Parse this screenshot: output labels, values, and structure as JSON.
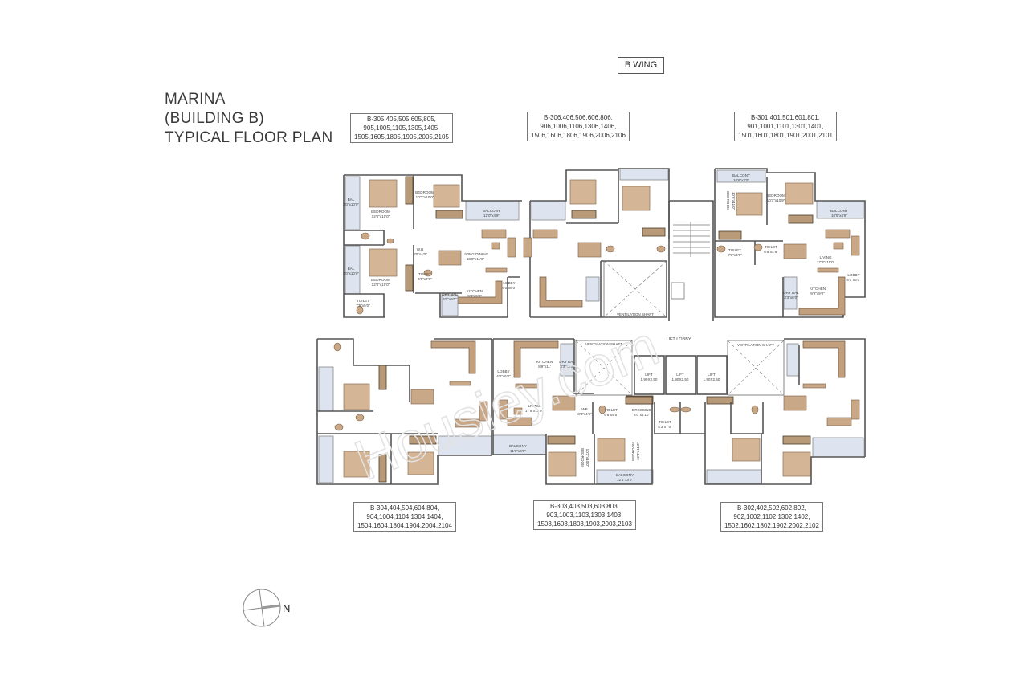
{
  "title": {
    "line1": "MARINA",
    "line2": "(BUILDING B)",
    "line3": "TYPICAL FLOOR PLAN"
  },
  "wing_label": "B WING",
  "watermark": "Housiey.com",
  "compass": {
    "north_label": "N",
    "icon": "north-arrow-compass"
  },
  "unit_labels": {
    "top_left": [
      "B-305,405,505,605,805,",
      "905,1005,1105,1305,1405,",
      "1505,1605,1805,1905,2005,2105"
    ],
    "top_center": [
      "B-306,406,506,606,806,",
      "906,1006,1106,1306,1406,",
      "1506,1606,1806,1906,2006,2106"
    ],
    "top_right": [
      "B-301,401,501,601,801,",
      "901,1001,1101,1301,1401,",
      "1501,1601,1801,1901,2001,2101"
    ],
    "bottom_left": [
      "B-304,404,504,604,804,",
      "904,1004,1104,1304,1404,",
      "1504,1604,1804,1904,2004,2104"
    ],
    "bottom_center": [
      "B-303,403,503,603,803,",
      "903,1003,1103,1303,1403,",
      "1503,1603,1803,1903,2003,2103"
    ],
    "bottom_right": [
      "B-302,402,502,602,802,",
      "902,1002,1102,1302,1402,",
      "1502,1602,1802,1902,2002,2102"
    ]
  },
  "rooms": {
    "u305": {
      "bal1": [
        "BAL",
        "3'0\"x10'0\""
      ],
      "bed1": [
        "BEDROOM",
        "12'0\"x10'0\""
      ],
      "bed2": [
        "BEDROOM",
        "10'3\"x10'0\""
      ],
      "balcony": [
        "BALCONY",
        "12'0\"x4'9\""
      ],
      "bal2": [
        "BAL",
        "3'0\"x10'0\""
      ],
      "bed3": [
        "BEDROOM",
        "12'0\"x10'0\""
      ],
      "wb": [
        "W.B",
        "3'0\"x4'0\""
      ],
      "toilet1": [
        "TOILET",
        "4'6\"x7'3\""
      ],
      "living": [
        "LIVING/DINING",
        "18'0\"x11'0\""
      ],
      "lobby": [
        "LOBBY",
        "4'0\"x6'0\""
      ],
      "kitchen": [
        "KITCHEN",
        "9'3\"x9'0\""
      ],
      "drybal": [
        "DRY BAL",
        "4'0\"x9'0\""
      ],
      "toilet2": [
        "TOILET",
        "7'6\"x5'0\""
      ]
    },
    "u301": {
      "balcony1": [
        "BALCONY",
        "10'6\"x3'0\""
      ],
      "bed1": [
        "BEDROOM",
        "10'6\"x11'0\""
      ],
      "bed2": [
        "BEDROOM",
        "10'3\"x10'9\""
      ],
      "balcony2": [
        "BALCONY",
        "10'9\"x4'9\""
      ],
      "toilet1": [
        "TOILET",
        "7'3\"x4'6\""
      ],
      "toilet2": [
        "TOILET",
        "6'6\"x4'6\""
      ],
      "living": [
        "LIVING",
        "17'9\"x11'0\""
      ],
      "lobby": [
        "LOBBY",
        "4'0\"x6'0\""
      ],
      "kitchen": [
        "KITCHEN",
        "9'9\"x9'0\""
      ],
      "drybal": [
        "DRY BAL",
        "3'3\"x6'0\""
      ]
    },
    "core": {
      "vent_top": "VENTILATION SHAFT",
      "lift_lobby": "LIFT LOBBY",
      "vent_left": "VENTILATION SHAFT",
      "vent_right": "VENTILATION SHAFT",
      "lift": "LIFT",
      "lift_size": "1.90X2.50",
      "toilet_left": [
        "TOILET",
        "6'6\"x4'6\""
      ],
      "dressing": [
        "DRESSING",
        "6'0\"x4'10\""
      ],
      "toilet_center": [
        "TOILET",
        "5'3\"x7'0\""
      ]
    },
    "u303": {
      "kitchen": [
        "KITCHEN",
        "8'9\"x11'"
      ],
      "drybal": [
        "DRY BAL",
        "3'3\"x6'0\""
      ],
      "lobby": [
        "LOBBY",
        "4'0\"x6'0\""
      ],
      "living": [
        "LIVING",
        "17'9\"x11'0\""
      ],
      "wb": [
        "WB",
        "3'3\"x4'6\""
      ],
      "balcony1": [
        "BALCONY",
        "11'6\"x4'6\""
      ],
      "bed1": [
        "BEDROOM",
        "10'3\"x10'0\""
      ],
      "bed2": [
        "BEDROOM",
        "12'3\"x11'0\""
      ],
      "balcony2": [
        "BALCONY",
        "12'4\"x3'0\""
      ]
    }
  },
  "colors": {
    "furniture": "#c9a887",
    "balcony": "#dde4ef",
    "wall": "#555555"
  }
}
